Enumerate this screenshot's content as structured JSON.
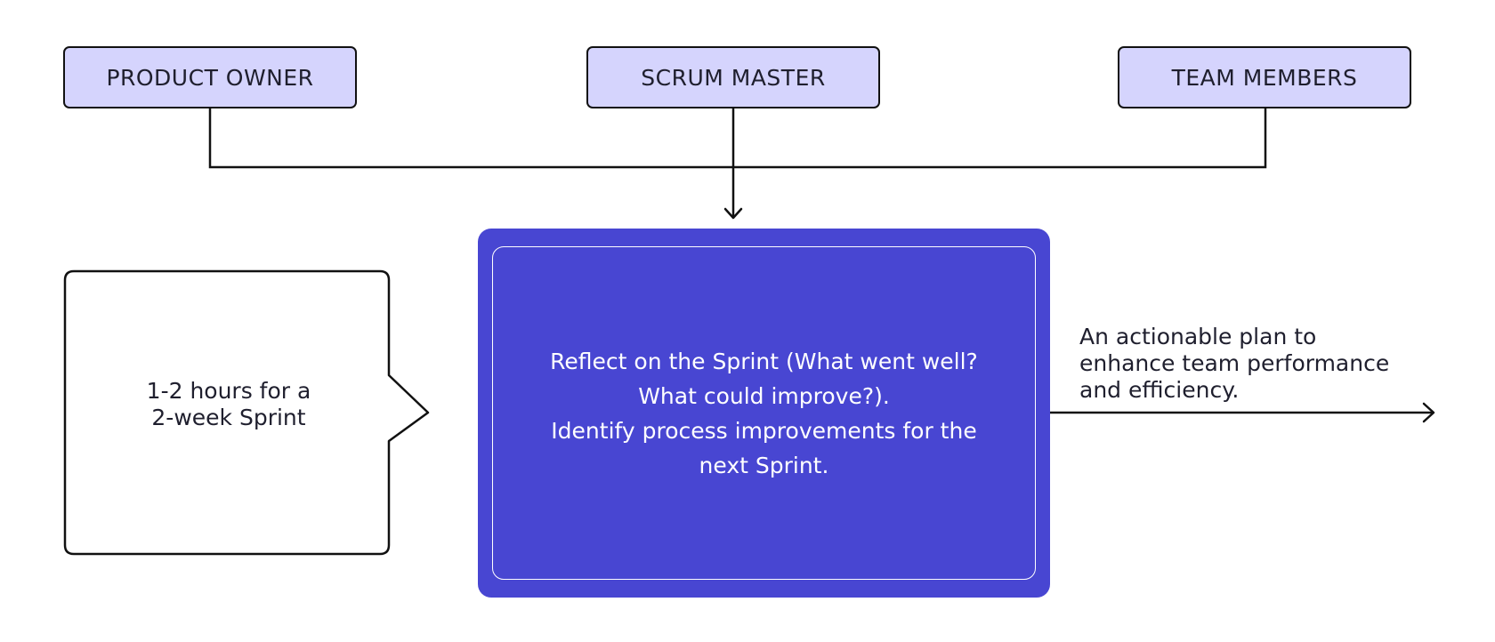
{
  "roles": [
    {
      "label": "PRODUCT OWNER"
    },
    {
      "label": "SCRUM MASTER"
    },
    {
      "label": "TEAM MEMBERS"
    }
  ],
  "duration": {
    "line1": "1-2 hours for a",
    "line2": "2-week Sprint"
  },
  "activity": {
    "lines": [
      "Reflect on the Sprint (What went well?",
      "What could improve?).",
      "Identify process improvements for the",
      "next Sprint."
    ]
  },
  "output": {
    "line1": "An actionable plan to",
    "line2": "enhance team performance",
    "line3": "and efficiency."
  },
  "colors": {
    "role_fill": "#d5d4fd",
    "activity_fill": "#4846d2",
    "stroke": "#111111",
    "text": "#1f1f2e"
  }
}
